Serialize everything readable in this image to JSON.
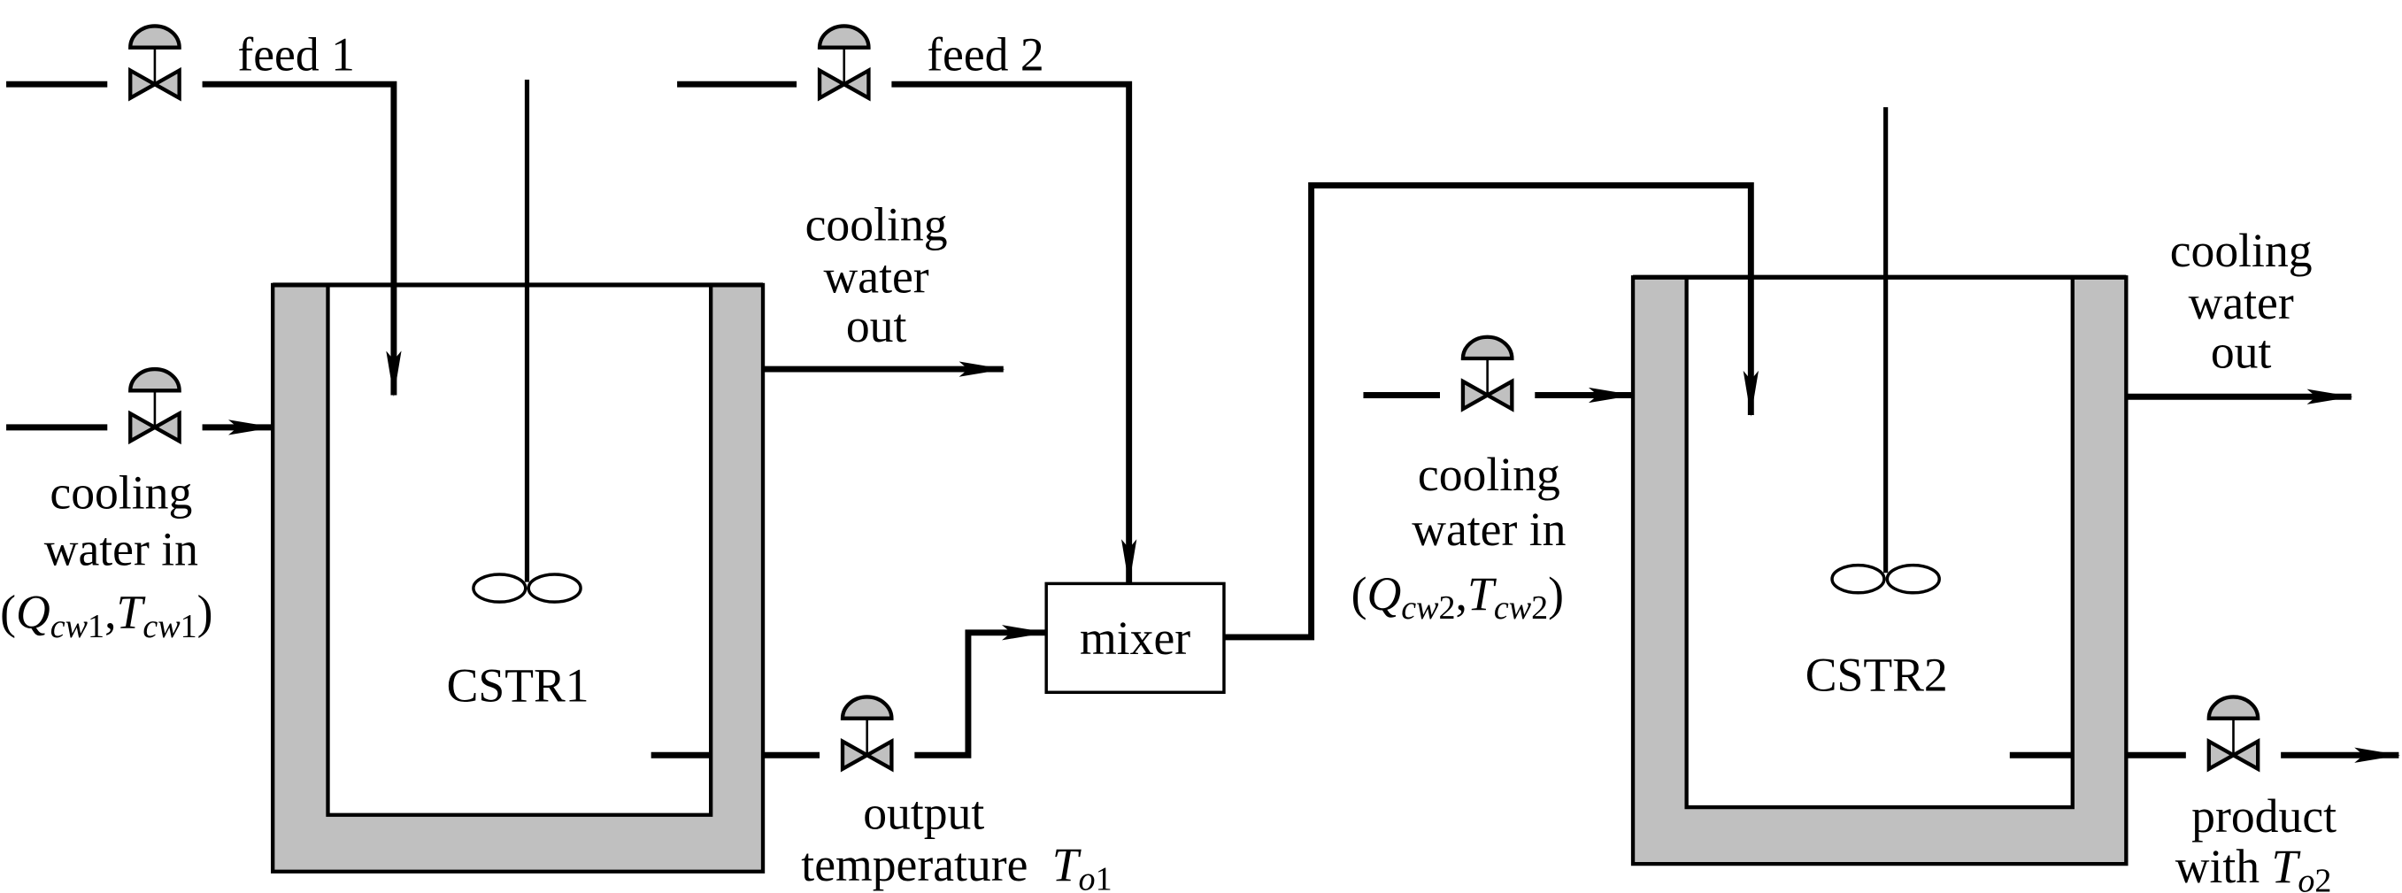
{
  "diagram": {
    "type": "process-flow",
    "colors": {
      "line": "#000000",
      "fill_gray": "#c0c0c0",
      "background": "#ffffff"
    },
    "labels": {
      "feed1": "feed 1",
      "feed2": "feed 2",
      "cw_out1": [
        "cooling",
        "water",
        "out"
      ],
      "cw_out2": [
        "cooling",
        "water",
        "out"
      ],
      "cw_in1": {
        "line1": "cooling",
        "line2": "water in",
        "Q": "Q",
        "Q_sub": "cw",
        "Q_num": "1",
        "T": "T",
        "T_sub": "cw",
        "T_num": "1"
      },
      "cw_in2": {
        "line1": "cooling",
        "line2": "water in",
        "Q": "Q",
        "Q_sub": "cw",
        "Q_num": "2",
        "T": "T",
        "T_sub": "cw",
        "T_num": "2"
      },
      "cstr1": "CSTR1",
      "cstr2": "CSTR2",
      "mixer": "mixer",
      "out1": {
        "line1": "output",
        "line2": "temperature",
        "T": "T",
        "sub": "o",
        "num": "1"
      },
      "product": {
        "line1": "product",
        "line2": "with",
        "T": "T",
        "sub": "o",
        "num": "2"
      }
    },
    "components": [
      "valve-feed1",
      "valve-feed2",
      "valve-cw-in1",
      "valve-cw-in2",
      "valve-output1",
      "valve-product",
      "cstr1",
      "cstr2",
      "mixer"
    ]
  }
}
